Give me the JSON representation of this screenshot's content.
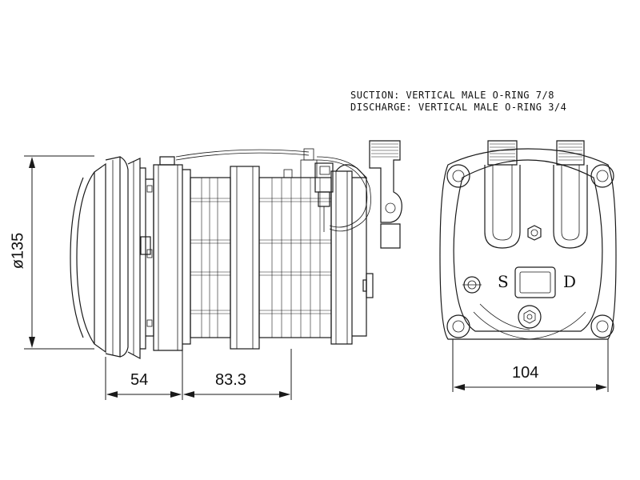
{
  "notes": {
    "suction": "SUCTION: VERTICAL MALE O-RING 7/8",
    "discharge": "DISCHARGE: VERTICAL MALE O-RING 3/4"
  },
  "dimensions": {
    "diameter": "ø135",
    "clutch_length": "54",
    "body_length": "83.3",
    "width": "104"
  },
  "end_view_labels": {
    "suction_mark": "S",
    "discharge_mark": "D"
  }
}
